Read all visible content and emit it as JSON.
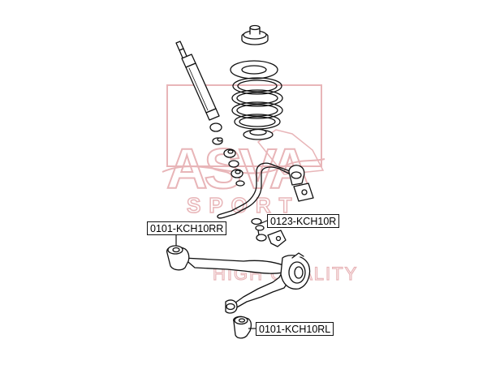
{
  "labels": {
    "bushing_rear_right": "0101-KCH10RR",
    "stabilizer_link": "0123-KCH10R",
    "bushing_rear_left": "0101-KCH10RL"
  },
  "watermark": {
    "logo_text": "ASVA",
    "sub_text": "SPORT",
    "tagline": "HIGH QUALITY"
  },
  "colors": {
    "line": "#111111",
    "watermark": "#e8b5b8",
    "background": "#ffffff"
  }
}
